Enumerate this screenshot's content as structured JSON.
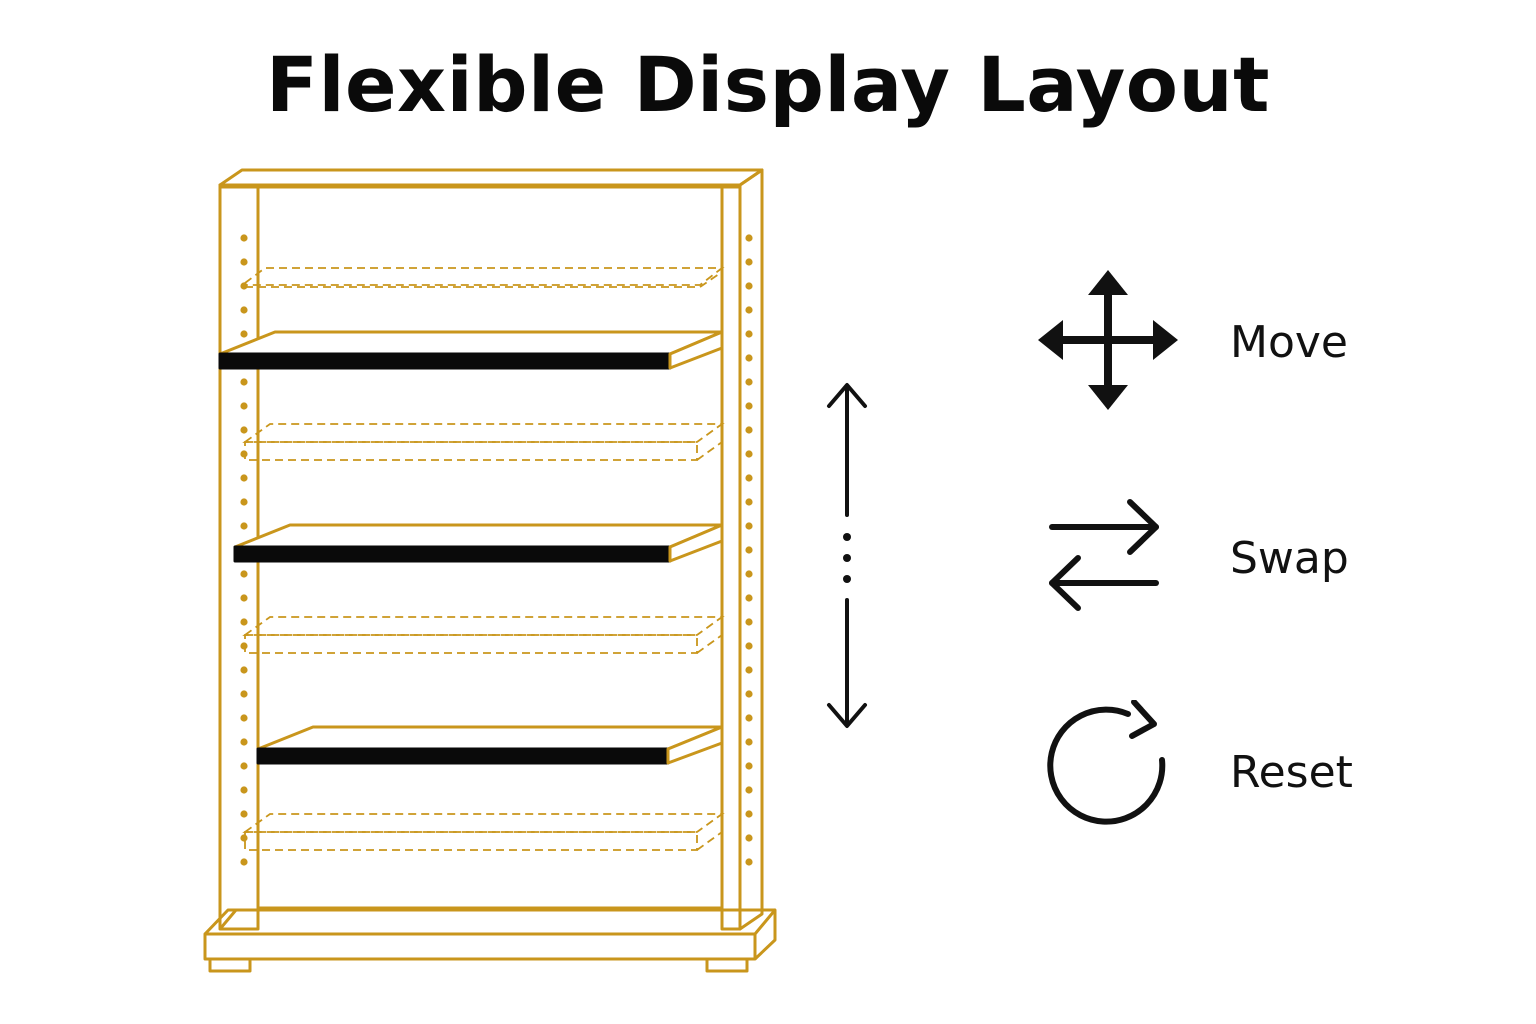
{
  "title": "Flexible Display Layout",
  "colors": {
    "frame": "#c9961c",
    "shelf_edge": "#0a0a0a",
    "ink": "#111111",
    "background": "#ffffff"
  },
  "shelves": {
    "fixed_count": 3,
    "ghost_count": 4
  },
  "actions": [
    {
      "label": "Move",
      "icon": "move-arrows-icon"
    },
    {
      "label": "Swap",
      "icon": "swap-arrows-icon"
    },
    {
      "label": "Reset",
      "icon": "reset-circular-arrow-icon"
    }
  ],
  "adjust_indicator": {
    "icon": "vertical-double-arrow-icon"
  }
}
